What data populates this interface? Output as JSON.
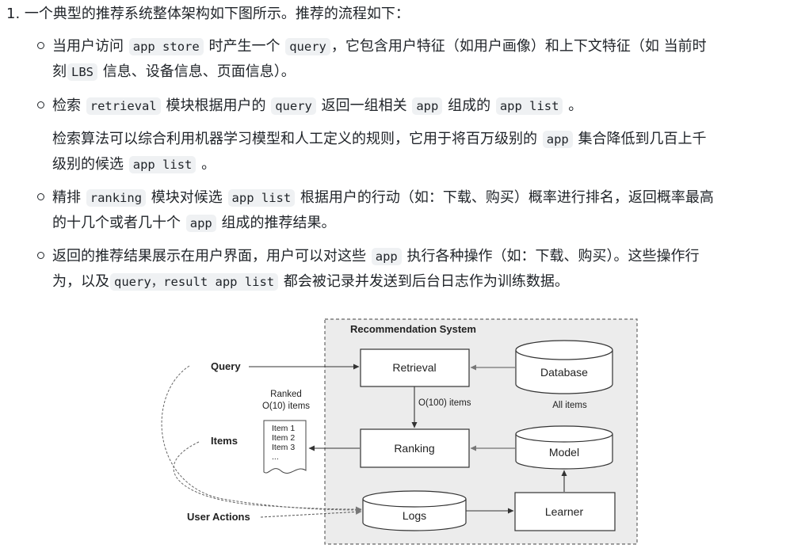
{
  "intro": "1. 一个典型的推荐系统整体架构如下图所示。推荐的流程如下：",
  "b1": {
    "t1": "当用户访问",
    "c1": "app store",
    "t2": "时产生一个",
    "c2": "query",
    "t3": "，它包含用户特征（如用户画像）和上下文特征（如 当前时",
    "t4": "刻",
    "c3": "LBS",
    "t5": "信息、设备信息、页面信息）。"
  },
  "b2": {
    "t1": "检索",
    "c1": "retrieval",
    "t2": "模块根据用户的",
    "c2": "query",
    "t3": "返回一组相关",
    "c3": "app",
    "t4": "组成的",
    "c4": "app list",
    "t5": "。"
  },
  "p2": {
    "t1": "检索算法可以综合利用机器学习模型和人工定义的规则，它用于将百万级别的",
    "c1": "app",
    "t2": "集合降低到几百上千",
    "t3": "级别的候选",
    "c2": "app list",
    "t4": "。"
  },
  "b3": {
    "t1": "精排",
    "c1": "ranking",
    "t2": "模块对候选",
    "c2": "app list",
    "t3": "根据用户的行动（如：下载、购买）概率进行排名，返回概率最高",
    "t4": "的十几个或者几十个",
    "c3": "app",
    "t5": "组成的推荐结果。"
  },
  "b4": {
    "t1": "返回的推荐结果展示在用户界面，用户可以对这些",
    "c1": "app",
    "t2": "执行各种操作（如：下载、购买）。这些操作行",
    "t3": "为，以及",
    "c2": "query，result app list",
    "t4": "都会被记录并发送到后台日志作为训练数据。"
  },
  "diagram": {
    "system_title": "Recommendation System",
    "retrieval": "Retrieval",
    "database": "Database",
    "all_items": "All items",
    "o100": "O(100) items",
    "ranking": "Ranking",
    "model": "Model",
    "logs": "Logs",
    "learner": "Learner",
    "query": "Query",
    "items": "Items",
    "user_actions": "User Actions",
    "ranked": "Ranked",
    "o10": "O(10) items",
    "list": [
      "Item 1",
      "Item 2",
      "Item 3",
      "..."
    ]
  }
}
